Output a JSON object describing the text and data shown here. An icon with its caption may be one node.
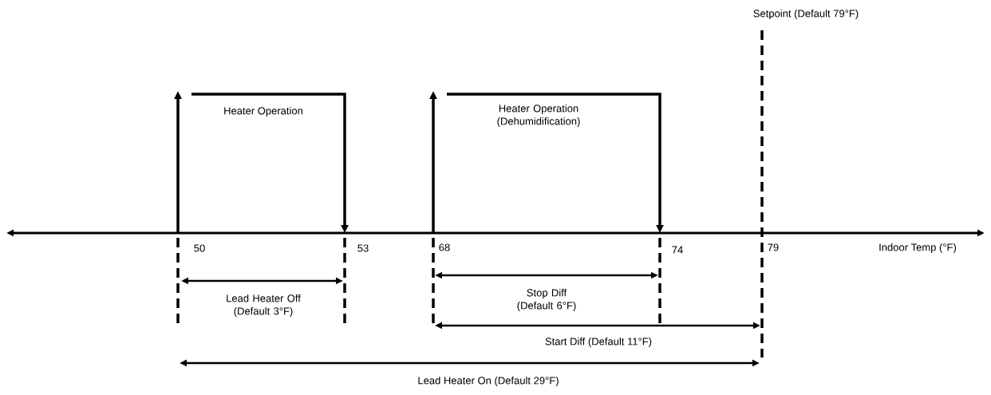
{
  "diagram": {
    "labels": [
      "Setpoint (Default 79°F)",
      "Heater Operation",
      "Heater Operation (Dehumidification)",
      "50",
      "53",
      "68",
      "74",
      "79",
      "Indoor Temp (°F)",
      "Lead Heater Off (Default 3°F)",
      "Stop Diff (Default 6°F)",
      "Start Diff (Default 11°F)",
      "Lead Heater On (Default 29°F)"
    ]
  }
}
